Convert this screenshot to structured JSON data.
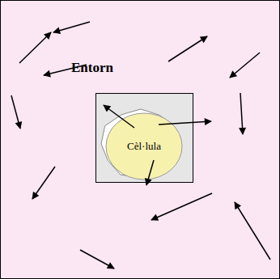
{
  "diagram": {
    "nodes": [
      {
        "text": [
          "Entorn"
        ]
      },
      {
        "text": [
          "Cèl·lula"
        ],
        "in": 0
      }
    ]
  }
}
